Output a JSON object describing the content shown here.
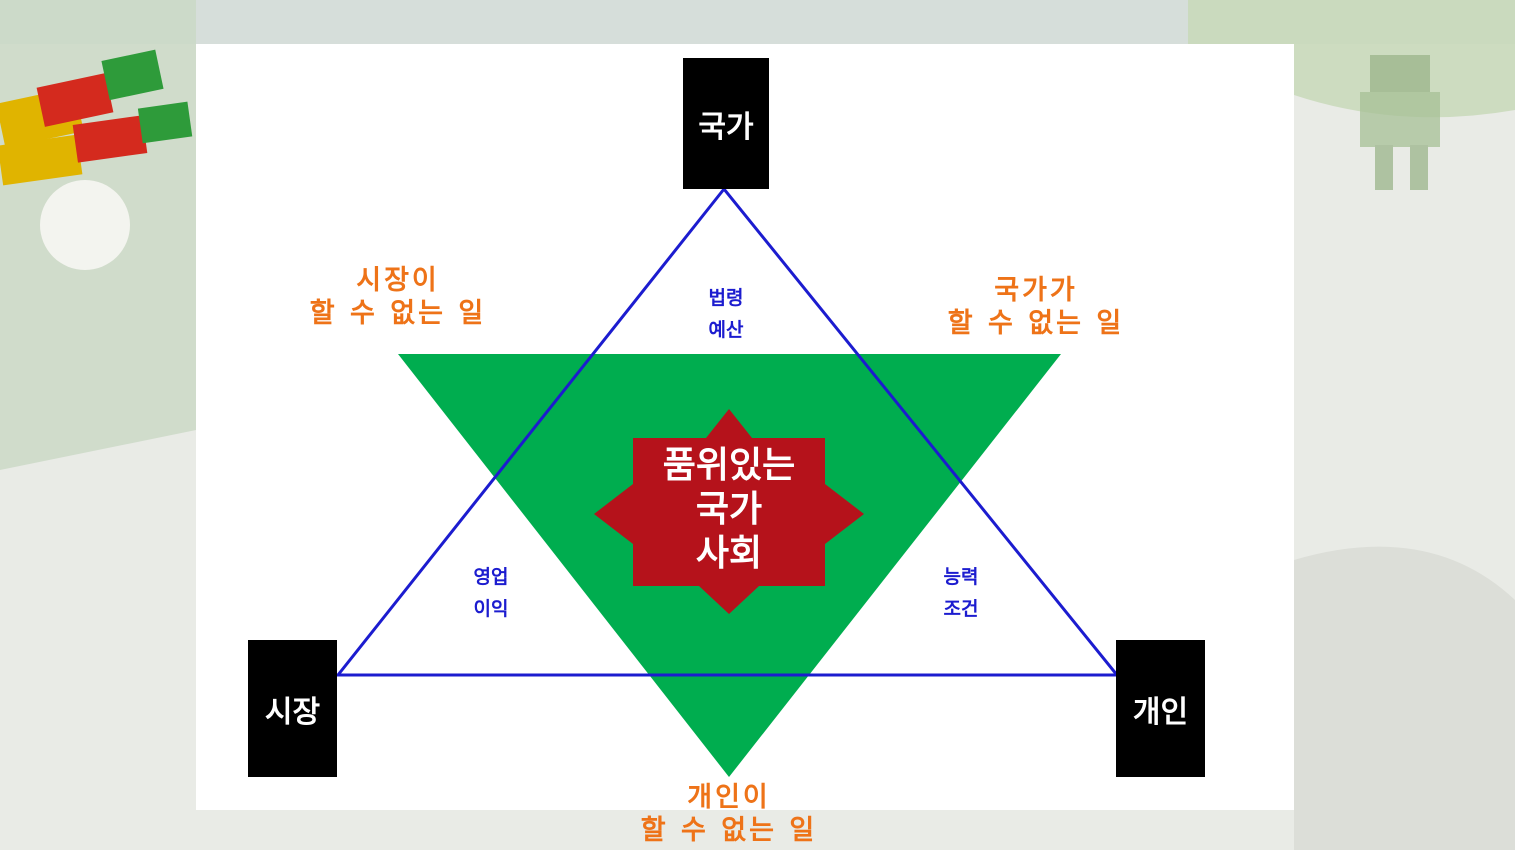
{
  "nodes": {
    "state": "국가",
    "market": "시장",
    "individual": "개인"
  },
  "outer_labels": {
    "market_cannot": {
      "line1": "시장이",
      "line2": "할 수 없는 일"
    },
    "state_cannot": {
      "line1": "국가가",
      "line2": "할 수 없는 일"
    },
    "individual_cannot": {
      "line1": "개인이",
      "line2": "할 수 없는 일"
    }
  },
  "inner_labels": {
    "state_tools": {
      "line1": "법령",
      "line2": "예산"
    },
    "market_tools": {
      "line1": "영업",
      "line2": "이익"
    },
    "individual_tools": {
      "line1": "능력",
      "line2": "조건"
    }
  },
  "center": {
    "line1": "품위있는",
    "line2": "국가",
    "line3": "사회"
  },
  "colors": {
    "green_triangle": "#00ad4f",
    "blue_lines": "#1c1ccf",
    "star_fill": "#b5121b",
    "orange_text": "#ee7318",
    "node_box": "#000000"
  }
}
